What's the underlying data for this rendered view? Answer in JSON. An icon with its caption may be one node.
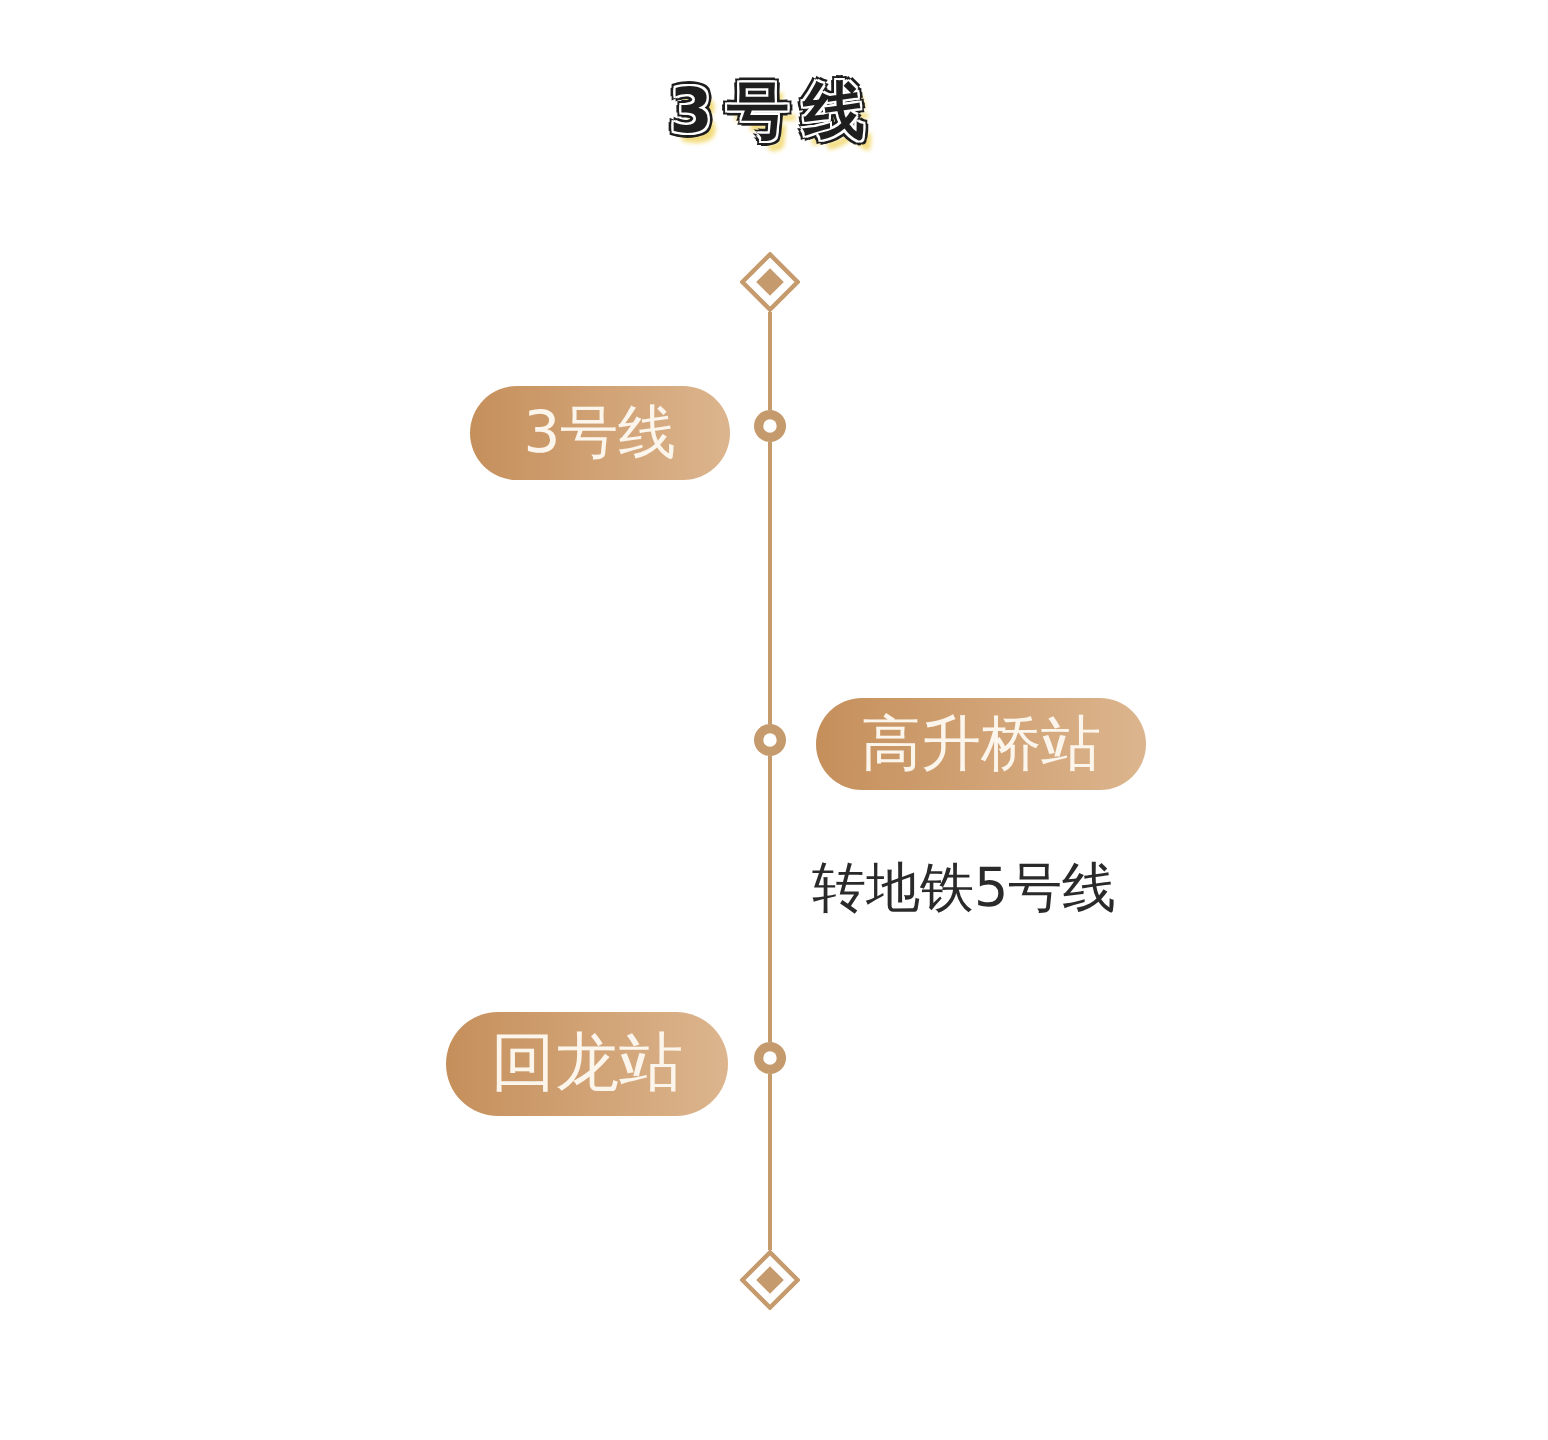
{
  "diagram": {
    "title": "3号线",
    "nodes": [
      {
        "text": [],
        "shape": "diamond"
      },
      {
        "text": [
          "3号线"
        ]
      },
      {
        "text": [],
        "shape": "circle"
      },
      {
        "text": [],
        "shape": "circle"
      },
      {
        "text": [
          "高升桥站"
        ],
        "beside": [
          "转地铁5号线"
        ]
      },
      {
        "text": [
          "回龙站"
        ]
      },
      {
        "text": [],
        "shape": "circle"
      },
      {
        "text": [],
        "shape": "diamond"
      }
    ],
    "edges": [
      {
        "from": 0,
        "to": 2,
        "arrow": "none"
      },
      {
        "from": 2,
        "to": 3,
        "arrow": "none"
      },
      {
        "from": 3,
        "to": 6,
        "arrow": "none"
      },
      {
        "from": 6,
        "to": 7,
        "arrow": "none"
      }
    ]
  }
}
